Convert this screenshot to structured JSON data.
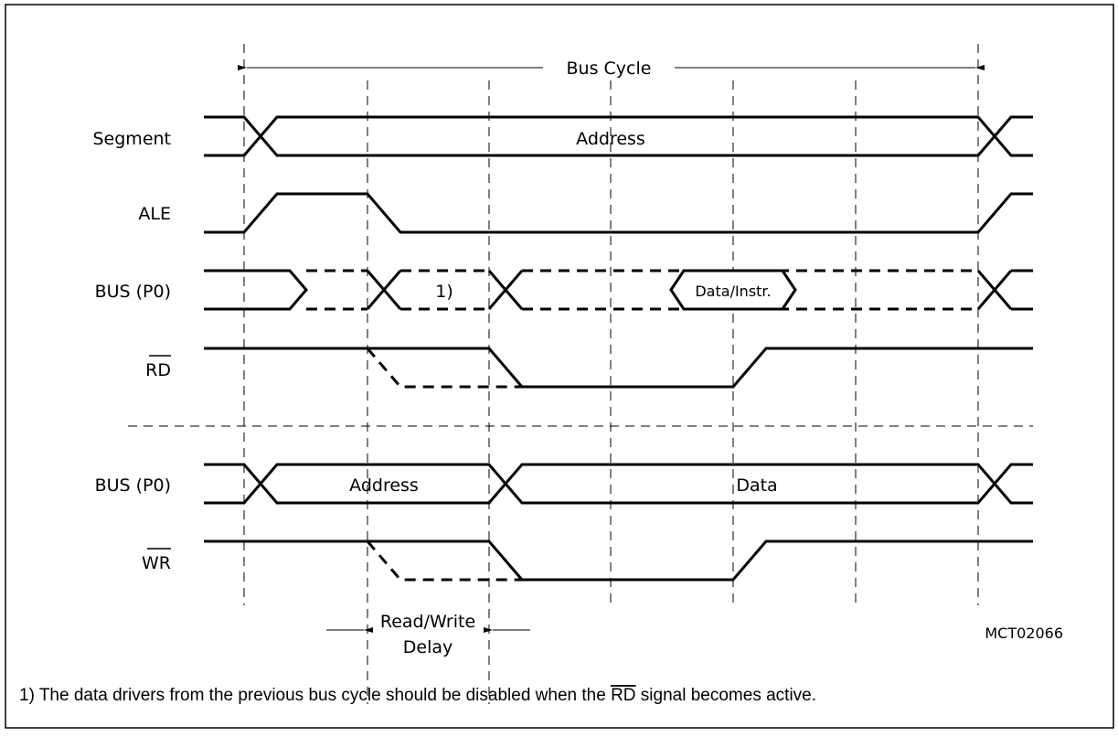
{
  "title": "Bus Cycle",
  "rows": {
    "segment": {
      "label": "Segment",
      "value": "Address"
    },
    "ale": {
      "label": "ALE"
    },
    "bus_read": {
      "label": "BUS (P0)",
      "note_ref": "1)",
      "value": "Data/Instr."
    },
    "rd": {
      "label": "RD"
    },
    "bus_write": {
      "label": "BUS (P0)",
      "address": "Address",
      "data": "Data"
    },
    "wr": {
      "label": "WR"
    }
  },
  "delay_label": {
    "line1": "Read/Write",
    "line2": "Delay"
  },
  "figure_id": "MCT02066",
  "footnote": {
    "pre": "1) The data drivers from the previous bus cycle should be disabled when the ",
    "signal": "RD",
    "post": " signal becomes active."
  }
}
